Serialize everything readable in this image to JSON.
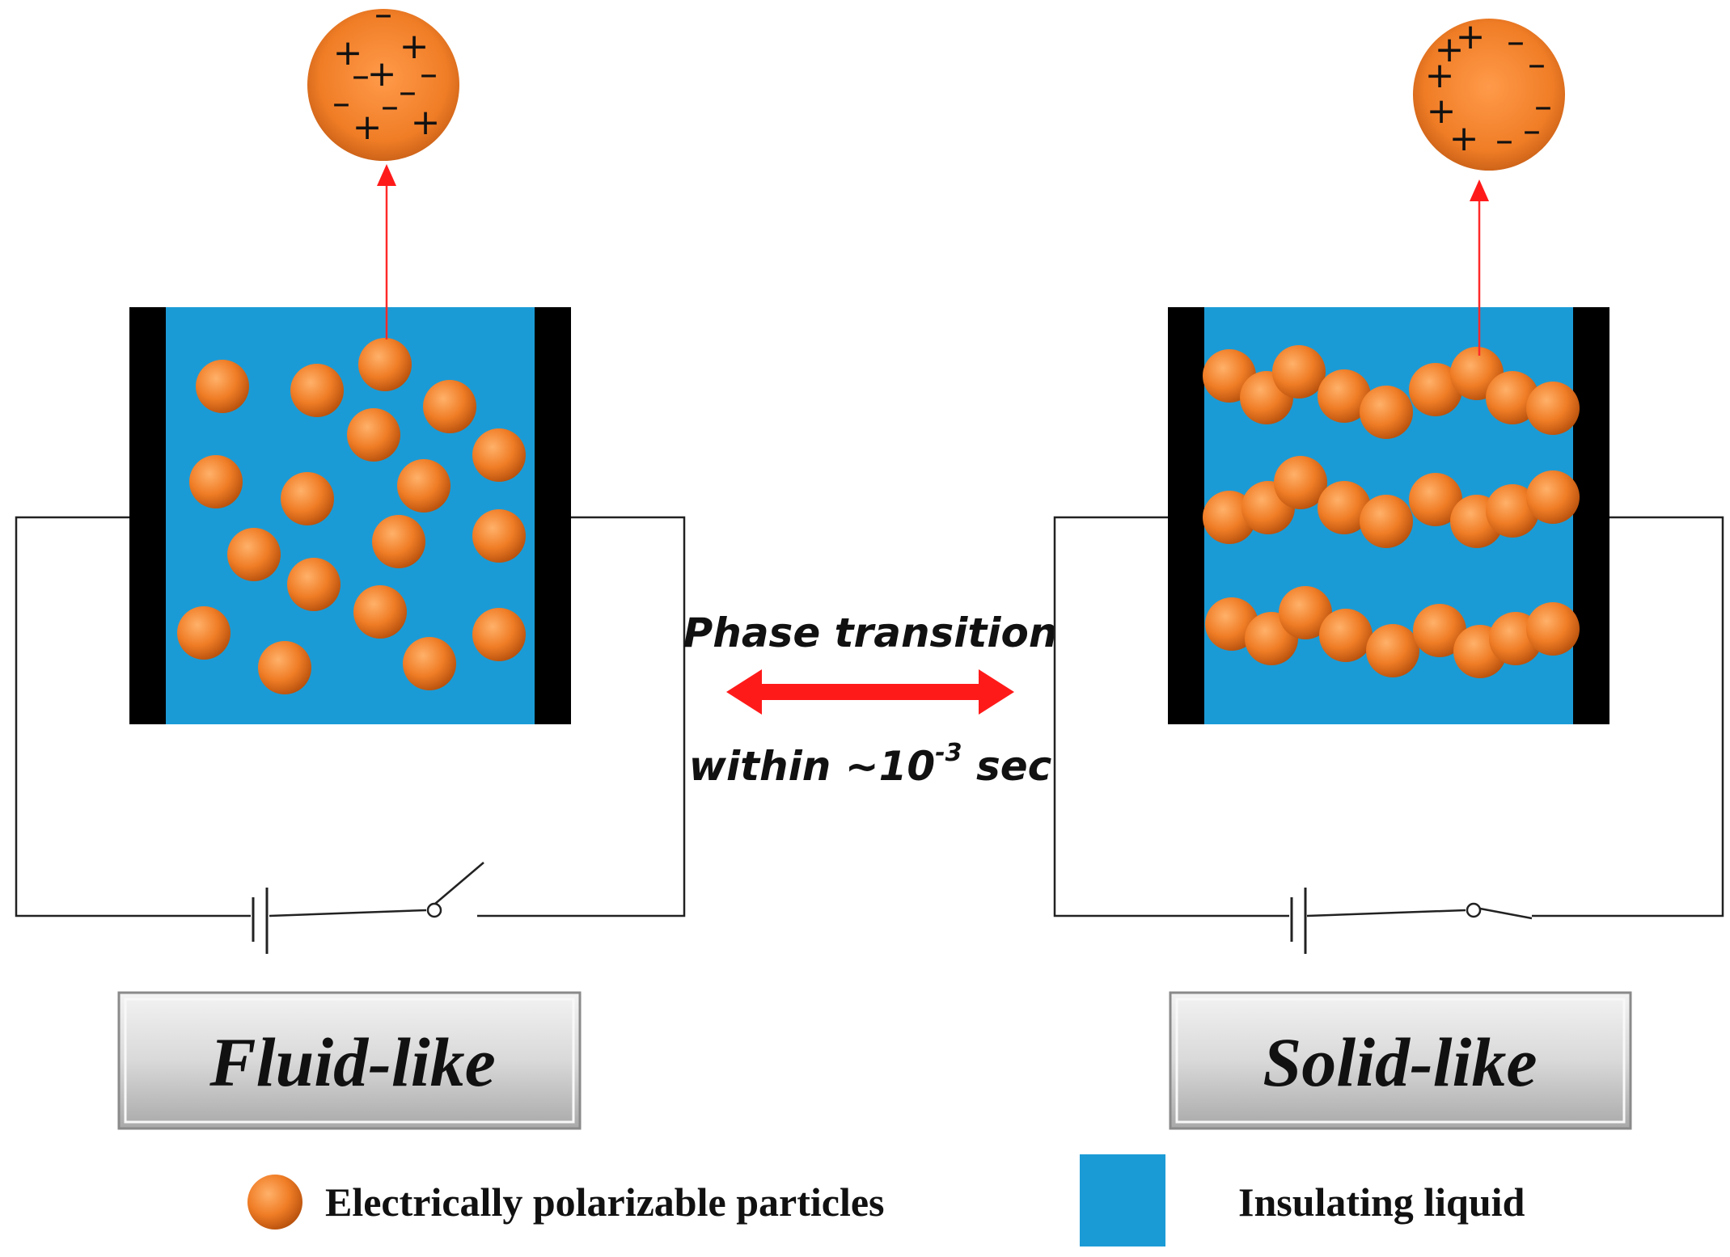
{
  "diagram": {
    "left_state_label": "Fluid-like",
    "right_state_label": "Solid-like",
    "transition": {
      "top_text": "Phase transition",
      "bottom_prefix": "within ~10",
      "exponent": "-3",
      "bottom_suffix": " sec"
    },
    "legend": {
      "particles_label": "Electrically polarizable particles",
      "liquid_label": "Insulating liquid"
    },
    "colors": {
      "liquid": "#1b9bd6",
      "particle": "#f07d26",
      "electrode": "#000000",
      "arrow": "#ff1a1a",
      "wire": "#222222"
    },
    "left_switch": "open",
    "right_switch": "closed"
  }
}
